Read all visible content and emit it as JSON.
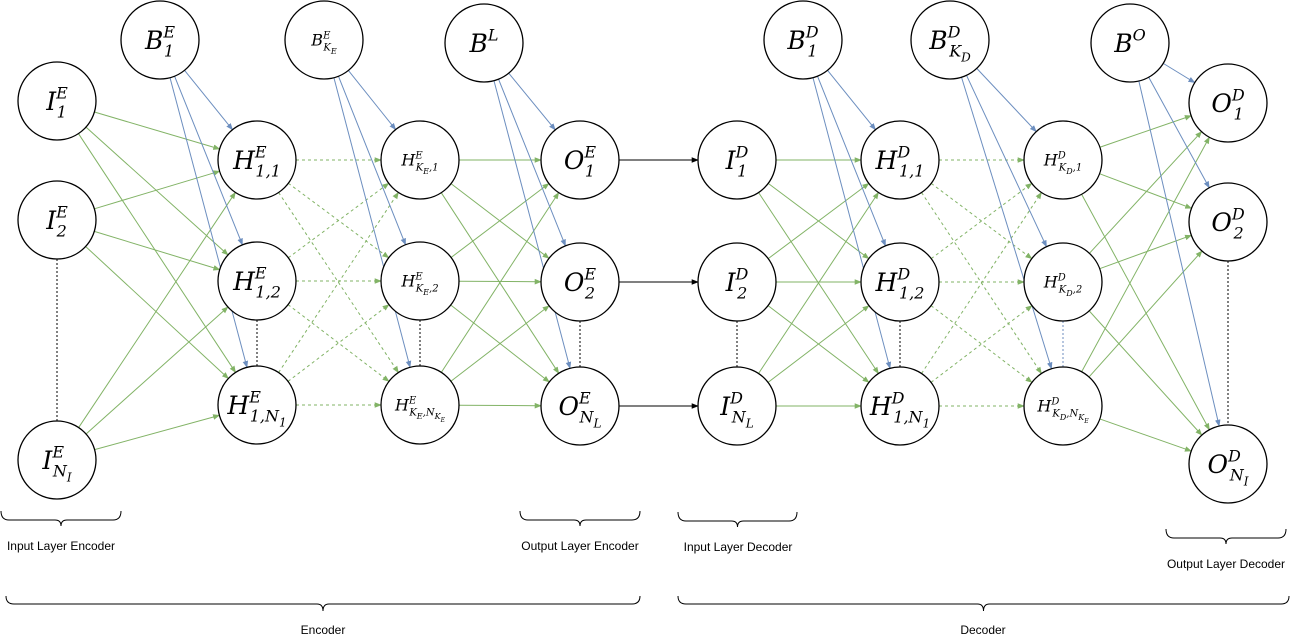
{
  "nodes": {
    "I1E": {
      "base": "I",
      "sup": "E",
      "sub": "1"
    },
    "I2E": {
      "base": "I",
      "sup": "E",
      "sub": "2"
    },
    "INIE": {
      "base": "I",
      "sup": "E",
      "sub": "N",
      "subsub": "I"
    },
    "B1E": {
      "base": "B",
      "sup": "E",
      "sub": "1"
    },
    "BKE": {
      "base": "B",
      "sup": "E",
      "sub": "K",
      "subsub": "E"
    },
    "BL": {
      "base": "B",
      "sup": "L",
      "sub": ""
    },
    "H11E": {
      "base": "H",
      "sup": "E",
      "sub": "1,1"
    },
    "H12E": {
      "base": "H",
      "sup": "E",
      "sub": "1,2"
    },
    "H1NE": {
      "base": "H",
      "sup": "E",
      "sub": "1,N",
      "subsub": "1"
    },
    "HK1E": {
      "base": "H",
      "sup": "E",
      "sub": "K",
      "subsub": "E",
      "tail": ",1"
    },
    "HK2E": {
      "base": "H",
      "sup": "E",
      "sub": "K",
      "subsub": "E",
      "tail": ",2"
    },
    "HKNE": {
      "base": "H",
      "sup": "E",
      "sub": "K",
      "subsub": "E",
      "tail": ",N",
      "tailsub": "K",
      "tailsubsub": "E"
    },
    "O1E": {
      "base": "O",
      "sup": "E",
      "sub": "1"
    },
    "O2E": {
      "base": "O",
      "sup": "E",
      "sub": "2"
    },
    "ONE": {
      "base": "O",
      "sup": "E",
      "sub": "N",
      "subsub": "L"
    },
    "I1D": {
      "base": "I",
      "sup": "D",
      "sub": "1"
    },
    "I2D": {
      "base": "I",
      "sup": "D",
      "sub": "2"
    },
    "INLD": {
      "base": "I",
      "sup": "D",
      "sub": "N",
      "subsub": "L"
    },
    "B1D": {
      "base": "B",
      "sup": "D",
      "sub": "1"
    },
    "BKD": {
      "base": "B",
      "sup": "D",
      "sub": "K",
      "subsub": "D"
    },
    "BO": {
      "base": "B",
      "sup": "O",
      "sub": ""
    },
    "H11D": {
      "base": "H",
      "sup": "D",
      "sub": "1,1"
    },
    "H12D": {
      "base": "H",
      "sup": "D",
      "sub": "1,2"
    },
    "H1ND": {
      "base": "H",
      "sup": "D",
      "sub": "1,N",
      "subsub": "1"
    },
    "HK1D": {
      "base": "H",
      "sup": "D",
      "sub": "K",
      "subsub": "D",
      "tail": ",1"
    },
    "HK2D": {
      "base": "H",
      "sup": "D",
      "sub": "K",
      "subsub": "D",
      "tail": ",2"
    },
    "HKND": {
      "base": "H",
      "sup": "D",
      "sub": "K",
      "subsub": "D",
      "tail": ",N",
      "tailsub": "K",
      "tailsubsub": "E"
    },
    "O1D": {
      "base": "O",
      "sup": "D",
      "sub": "1"
    },
    "O2D": {
      "base": "O",
      "sup": "D",
      "sub": "2"
    },
    "ONID": {
      "base": "O",
      "sup": "D",
      "sub": "N",
      "subsub": "I"
    }
  },
  "captions": {
    "input_layer_encoder": "Input Layer Encoder",
    "output_layer_encoder": "Output Layer Encoder",
    "input_layer_decoder": "Input Layer Decoder",
    "output_layer_decoder": "Output Layer Decoder",
    "encoder": "Encoder",
    "decoder": "Decoder"
  },
  "colors": {
    "weight_edge": "#82b366",
    "bias_edge": "#6c8ebf",
    "transfer_edge": "#000000"
  }
}
